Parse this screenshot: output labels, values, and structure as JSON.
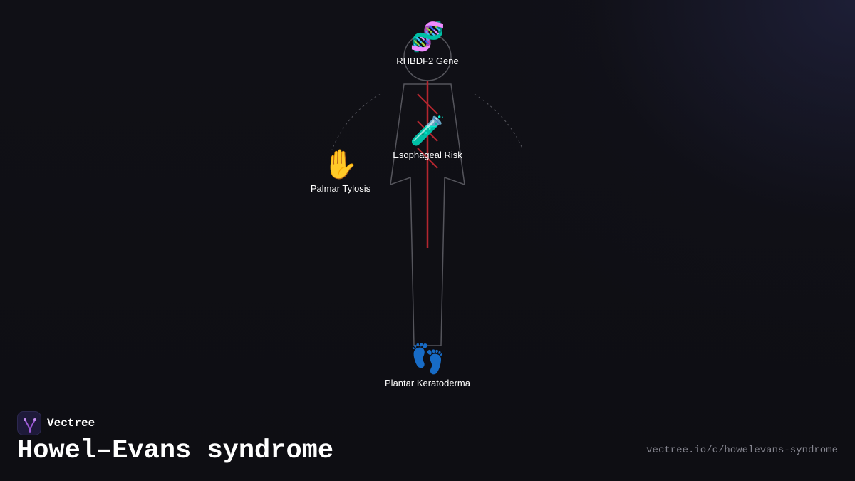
{
  "brand": {
    "name": "Vectree",
    "logo_icon": "vectree-logo-icon"
  },
  "title": "Howel–Evans syndrome",
  "url": "vectree.io/c/howelevans-syndrome",
  "diagram": {
    "body_icon": "human-body-outline",
    "nodes": [
      {
        "id": "gene",
        "emoji": "🧬",
        "icon": "dna-icon",
        "label": "RHBDF2 Gene"
      },
      {
        "id": "esophageal",
        "emoji": "🧪",
        "icon": "test-tube-icon",
        "label": "Esophageal Risk"
      },
      {
        "id": "palmar",
        "emoji": "✋",
        "icon": "raised-hand-icon",
        "label": "Palmar Tylosis"
      },
      {
        "id": "plantar",
        "emoji": "👣",
        "icon": "footprints-icon",
        "label": "Plantar Keratoderma"
      }
    ]
  },
  "colors": {
    "background": "#0e0e13",
    "body_outline": "#55555c",
    "esophagus": "#b3262f",
    "text": "#ffffff",
    "url_text": "#85858f",
    "accent": "#9b59d6"
  }
}
